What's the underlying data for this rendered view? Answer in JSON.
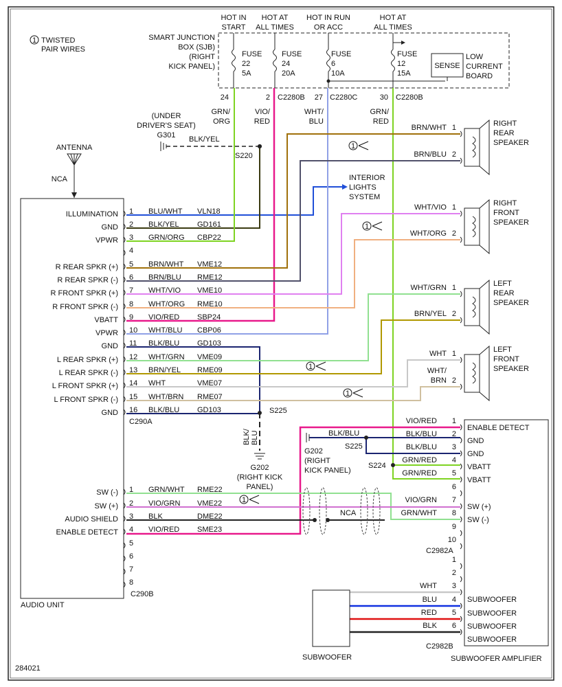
{
  "doc_id": "284021",
  "note": {
    "symbol": "1",
    "text": [
      "TWISTED",
      "PAIR WIRES"
    ]
  },
  "sjb": {
    "label": [
      "SMART JUNCTION",
      "BOX (SJB)",
      "(RIGHT",
      "KICK PANEL)"
    ],
    "feeds": [
      [
        "HOT IN",
        "START"
      ],
      [
        "HOT AT",
        "ALL TIMES"
      ],
      [
        "HOT IN RUN",
        "OR ACC"
      ],
      [
        "HOT AT",
        "ALL TIMES"
      ]
    ],
    "fuses": [
      [
        "FUSE",
        "22",
        "5A"
      ],
      [
        "FUSE",
        "24",
        "20A"
      ],
      [
        "FUSE",
        "6",
        "10A"
      ],
      [
        "FUSE",
        "12",
        "15A"
      ]
    ],
    "pins": [
      "24",
      "2",
      "27",
      "30"
    ],
    "connectors": [
      "C2280B",
      "C2280C",
      "C2280B"
    ],
    "sense": "SENSE",
    "board": [
      "LOW",
      "CURRENT",
      "BOARD"
    ]
  },
  "wires_top": [
    [
      "GRN/",
      "ORG"
    ],
    [
      "VIO/",
      "RED"
    ],
    [
      "WHT/",
      "BLU"
    ],
    [
      "GRN/",
      "RED"
    ]
  ],
  "ground_g301": {
    "label": [
      "(UNDER",
      "DRIVER'S SEAT)",
      "G301"
    ],
    "wire": "BLK/YEL",
    "splice": "S220"
  },
  "antenna": {
    "label": "ANTENNA",
    "cable": "NCA"
  },
  "audio_unit": {
    "name": "AUDIO UNIT",
    "conn_a": "C290A",
    "conn_b": "C290B",
    "pins_a": [
      {
        "pin": "1",
        "func": "ILLUMINATION",
        "color": "BLU/WHT",
        "circuit": "VLN18"
      },
      {
        "pin": "2",
        "func": "GND",
        "color": "BLK/YEL",
        "circuit": "GD161"
      },
      {
        "pin": "3",
        "func": "VPWR",
        "color": "GRN/ORG",
        "circuit": "CBP22"
      },
      {
        "pin": "4",
        "func": "",
        "color": "",
        "circuit": ""
      },
      {
        "pin": "5",
        "func": "R REAR SPKR (+)",
        "color": "BRN/WHT",
        "circuit": "VME12"
      },
      {
        "pin": "6",
        "func": "R REAR SPKR (-)",
        "color": "BRN/BLU",
        "circuit": "RME12"
      },
      {
        "pin": "7",
        "func": "R FRONT SPKR (+)",
        "color": "WHT/VIO",
        "circuit": "VME10"
      },
      {
        "pin": "8",
        "func": "R FRONT SPKR (-)",
        "color": "WHT/ORG",
        "circuit": "RME10"
      },
      {
        "pin": "9",
        "func": "VBATT",
        "color": "VIO/RED",
        "circuit": "SBP24"
      },
      {
        "pin": "10",
        "func": "VPWR",
        "color": "WHT/BLU",
        "circuit": "CBP06"
      },
      {
        "pin": "11",
        "func": "GND",
        "color": "BLK/BLU",
        "circuit": "GD103"
      },
      {
        "pin": "12",
        "func": "L REAR SPKR (+)",
        "color": "WHT/GRN",
        "circuit": "VME09"
      },
      {
        "pin": "13",
        "func": "L REAR SPKR (-)",
        "color": "BRN/YEL",
        "circuit": "RME09"
      },
      {
        "pin": "14",
        "func": "L FRONT SPKR (+)",
        "color": "WHT",
        "circuit": "VME07"
      },
      {
        "pin": "15",
        "func": "L FRONT SPKR (-)",
        "color": "WHT/BRN",
        "circuit": "RME07"
      },
      {
        "pin": "16",
        "func": "GND",
        "color": "BLK/BLU",
        "circuit": "GD103"
      }
    ],
    "pins_b": [
      {
        "pin": "1",
        "func": "SW (-)",
        "color": "GRN/WHT",
        "circuit": "RME22"
      },
      {
        "pin": "2",
        "func": "SW (+)",
        "color": "VIO/GRN",
        "circuit": "VME22"
      },
      {
        "pin": "3",
        "func": "AUDIO SHIELD",
        "color": "BLK",
        "circuit": "DME22"
      },
      {
        "pin": "4",
        "func": "ENABLE DETECT",
        "color": "VIO/RED",
        "circuit": "SME23"
      },
      {
        "pin": "5"
      },
      {
        "pin": "6"
      },
      {
        "pin": "7"
      },
      {
        "pin": "8"
      }
    ]
  },
  "interior_lights": [
    "INTERIOR",
    "LIGHTS",
    "SYSTEM"
  ],
  "speakers": [
    {
      "name": [
        "RIGHT",
        "REAR",
        "SPEAKER"
      ],
      "wires": [
        "BRN/WHT",
        "BRN/BLU"
      ]
    },
    {
      "name": [
        "RIGHT",
        "FRONT",
        "SPEAKER"
      ],
      "wires": [
        "WHT/VIO",
        "WHT/ORG"
      ]
    },
    {
      "name": [
        "LEFT",
        "REAR",
        "SPEAKER"
      ],
      "wires": [
        "WHT/GRN",
        "BRN/YEL"
      ]
    },
    {
      "name": [
        "LEFT",
        "FRONT",
        "SPEAKER"
      ],
      "wires": [
        "WHT",
        "WHT/",
        "BRN"
      ]
    }
  ],
  "splices": {
    "s225": "S225",
    "s224": "S224"
  },
  "g202": {
    "label": [
      "G202",
      "(RIGHT KICK",
      "PANEL)"
    ],
    "wire": [
      "BLK/",
      "BLU"
    ]
  },
  "g202b": {
    "label": [
      "G202",
      "(RIGHT",
      "KICK PANEL)"
    ],
    "wire": "BLK/BLU"
  },
  "nca2": "NCA",
  "sub_amp": {
    "name": "SUBWOOFER AMPLIFIER",
    "conn_a": "C2982A",
    "conn_b": "C2982B",
    "pins_a": [
      {
        "pin": "1",
        "func": "ENABLE DETECT",
        "color": "VIO/RED"
      },
      {
        "pin": "2",
        "func": "GND",
        "color": "BLK/BLU"
      },
      {
        "pin": "3",
        "func": "GND",
        "color": "BLK/BLU"
      },
      {
        "pin": "4",
        "func": "VBATT",
        "color": "GRN/RED"
      },
      {
        "pin": "5",
        "func": "VBATT",
        "color": "GRN/RED"
      },
      {
        "pin": "6",
        "func": "",
        "color": ""
      },
      {
        "pin": "7",
        "func": "SW (+)",
        "color": "VIO/GRN"
      },
      {
        "pin": "8",
        "func": "SW (-)",
        "color": "GRN/WHT"
      },
      {
        "pin": "9"
      },
      {
        "pin": "10"
      }
    ],
    "pins_b": [
      {
        "pin": "1"
      },
      {
        "pin": "2"
      },
      {
        "pin": "3",
        "func": "SUBWOOFER",
        "color": "WHT"
      },
      {
        "pin": "4",
        "func": "SUBWOOFER",
        "color": "BLU"
      },
      {
        "pin": "5",
        "func": "SUBWOOFER",
        "color": "RED"
      },
      {
        "pin": "6",
        "func": "SUBWOOFER",
        "color": "BLK"
      }
    ]
  },
  "subwoofer": "SUBWOOFER",
  "colors": {
    "grn_org": "#7ed321",
    "vio_red": "#e8198b",
    "wht_blu": "#8fa0e6",
    "grn_red": "#7ed321",
    "blu_wht": "#1f4fd8",
    "blk_yel": "#3a3a10",
    "brn_wht": "#a0700a",
    "brn_blu": "#50506a",
    "wht_vio": "#e080f0",
    "wht_org": "#f0b080",
    "blk_blu": "#1a2470",
    "wht_grn": "#90e090",
    "brn_yel": "#b09800",
    "wht": "#c8c8c8",
    "wht_brn": "#d0c0a0",
    "vio_grn": "#d070d0",
    "blk": "#222222",
    "blu": "#1030e0",
    "red": "#e01010"
  }
}
